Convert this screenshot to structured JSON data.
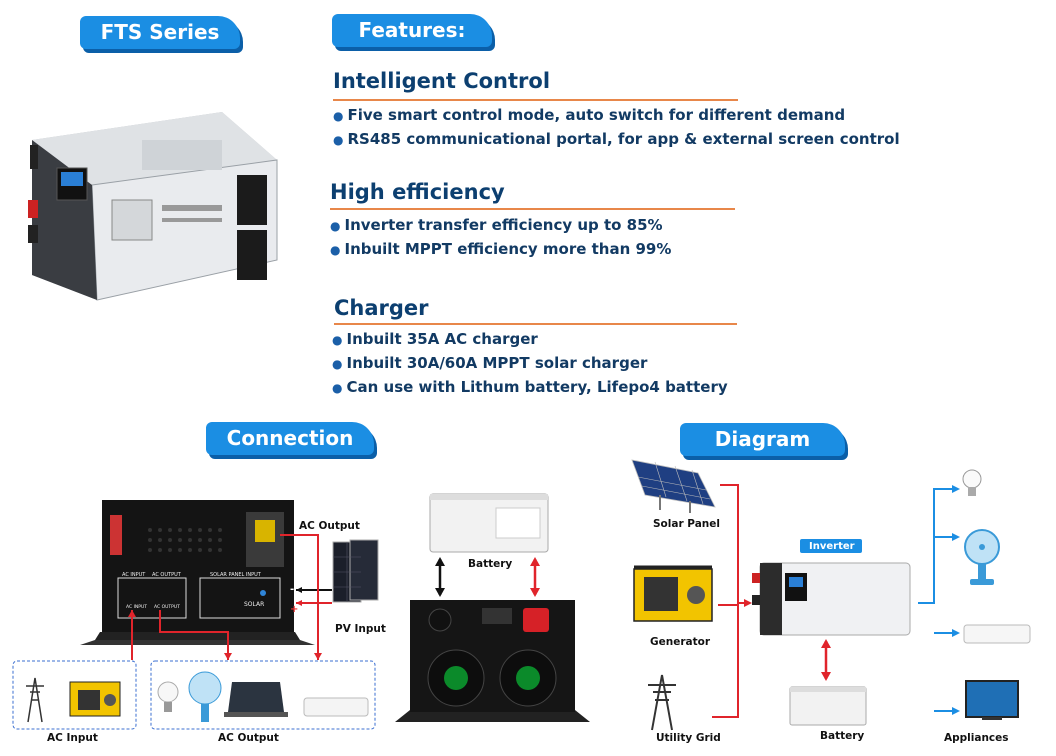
{
  "series_title": "FTS Series",
  "features_title": "Features:",
  "sections": [
    {
      "title": "Intelligent Control",
      "items": [
        "Five smart control mode, auto switch for different demand",
        "RS485 communicational portal, for app & external screen control"
      ]
    },
    {
      "title": "High efficiency",
      "items": [
        "Inverter transfer efficiency up to 85%",
        "Inbuilt MPPT efficiency more than 99%"
      ]
    },
    {
      "title": "Charger",
      "items": [
        "Inbuilt 35A AC charger",
        "Inbuilt 30A/60A MPPT solar charger",
        "Can use with Lithum battery, Lifepo4 battery"
      ]
    }
  ],
  "connection_title": "Connection",
  "diagram_title": "Diagram",
  "connection_labels": {
    "ac_output_top": "AC Output",
    "pv_input": "PV Input",
    "battery": "Battery",
    "ac_input": "AC Input",
    "ac_output_bottom": "AC Output"
  },
  "panel_text": {
    "ac_input": "AC INPUT",
    "ac_output": "AC OUTPUT",
    "solar_panel_input": "SOLAR PANEL INPUT",
    "ac_input_sm": "AC INPUT",
    "ac_output_sm": "AC OUTPUT",
    "solar": "SOLAR",
    "minus": "-",
    "plus": "+"
  },
  "diagram_labels": {
    "solar_panel": "Solar Panel",
    "generator": "Generator",
    "utility_grid": "Utility Grid",
    "inverter": "Inverter",
    "battery": "Battery",
    "appliances": "Appliances"
  },
  "colors": {
    "accent": "#1b8ee3",
    "heading": "#0c3f70",
    "rule": "#e8874a",
    "arrow_red": "#e0242b",
    "arrow_blue": "#1b8ee3"
  }
}
